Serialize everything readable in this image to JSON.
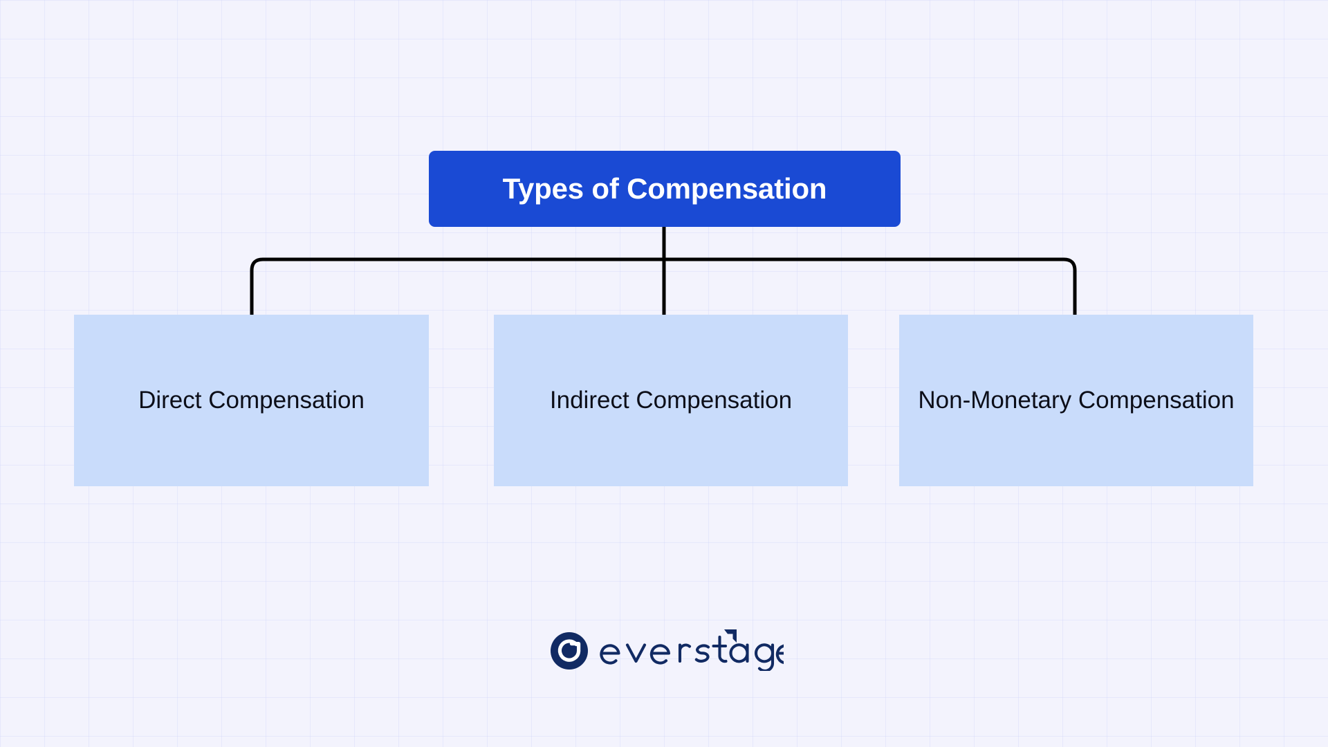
{
  "diagram": {
    "type": "hierarchy-tree",
    "root": {
      "label": "Types of Compensation",
      "fill": "#1a4ad4",
      "text_color": "#ffffff"
    },
    "children": [
      {
        "label": "Direct Compensation",
        "fill": "#c9dcfb",
        "text_color": "#0c0e18"
      },
      {
        "label": "Indirect Compensation",
        "fill": "#c9dcfb",
        "text_color": "#0c0e18"
      },
      {
        "label": "Non-Monetary Compensation",
        "fill": "#c9dcfb",
        "text_color": "#0c0e18"
      }
    ],
    "connector_color": "#000000"
  },
  "background": {
    "color": "#f3f3fd",
    "grid_color": "#c6cef6"
  },
  "footer": {
    "brand_name": "everstage",
    "brand_color": "#112a63",
    "mark_icon": "everstage-circle-arrow-icon"
  }
}
